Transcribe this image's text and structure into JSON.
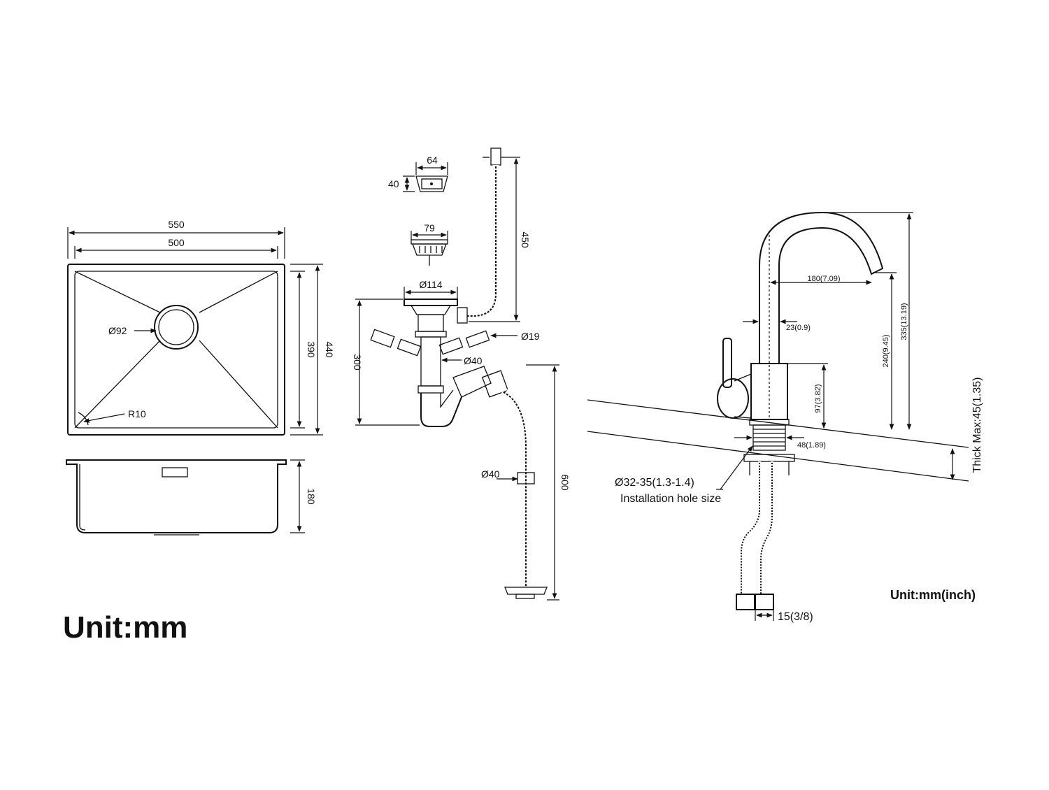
{
  "sink": {
    "outer_width": "550",
    "inner_width": "500",
    "outer_depth": "440",
    "inner_depth": "390",
    "drain_diameter": "Ø92",
    "corner_radius": "R10",
    "height": "180"
  },
  "drain": {
    "overflow_width": "64",
    "overflow_height": "40",
    "basket_width": "79",
    "flange_diameter": "Ø114",
    "overflow_hose_length": "450",
    "trap_height": "300",
    "outlet_diameter": "Ø19",
    "pipe_diameter": "Ø40",
    "hose_diameter": "Ø40",
    "hose_length": "600"
  },
  "faucet": {
    "reach": "180(7.09)",
    "spout_height": "240(9.45)",
    "total_height": "335(13.19)",
    "neck_diameter": "23(0.9)",
    "body_height": "97(3.82)",
    "base_diameter": "48(1.89)",
    "hole_size": "Ø32-35(1.3-1.4)",
    "hole_label": "Installation hole size",
    "thickness": "Thick Max:45(1.35)",
    "connector": "15(3/8)"
  },
  "units": {
    "main": "Unit:mm",
    "faucet": "Unit:mm(inch)"
  }
}
